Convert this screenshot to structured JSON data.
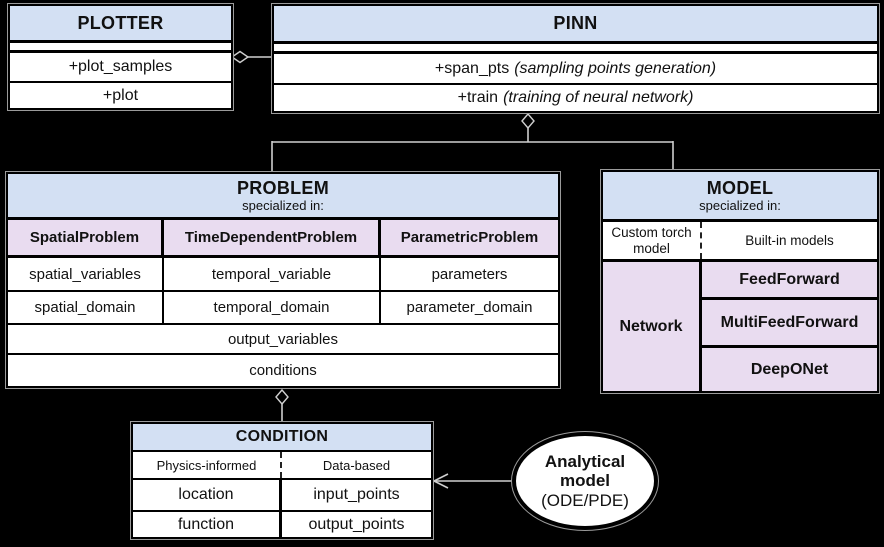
{
  "colors": {
    "background": "#000000",
    "header_blue": "#d3e0f3",
    "cell_purple": "#e9dcf0",
    "connector_line": "#cfcfcf"
  },
  "plotter": {
    "title": "PLOTTER",
    "methods": [
      "+plot_samples",
      "+plot"
    ]
  },
  "pinn": {
    "title": "PINN",
    "methods": [
      {
        "name": "+span_pts",
        "note": "(sampling points generation)"
      },
      {
        "name": "+train",
        "note": "(training of neural network)"
      }
    ]
  },
  "problem": {
    "title": "PROBLEM",
    "subtitle": "specialized in:",
    "columns": [
      "SpatialProblem",
      "TimeDependentProblem",
      "ParametricProblem"
    ],
    "rows": [
      [
        "spatial_variables",
        "temporal_variable",
        "parameters"
      ],
      [
        "spatial_domain",
        "temporal_domain",
        "parameter_domain"
      ]
    ],
    "full_rows": [
      "output_variables",
      "conditions"
    ]
  },
  "model": {
    "title": "MODEL",
    "subtitle": "specialized in:",
    "left_header": "Custom torch model",
    "right_header": "Built-in models",
    "network_cell": "Network",
    "builtin_cells": [
      "FeedForward",
      "MultiFeedForward",
      "DeepONet"
    ]
  },
  "condition": {
    "title": "CONDITION",
    "left_header": "Physics-informed",
    "right_header": "Data-based",
    "rows": [
      {
        "left": "location",
        "right": "input_points"
      },
      {
        "left": "function",
        "right": "output_points"
      }
    ]
  },
  "analytical_model": {
    "line1": "Analytical",
    "line2": "model",
    "line3": "(ODE/PDE)"
  }
}
